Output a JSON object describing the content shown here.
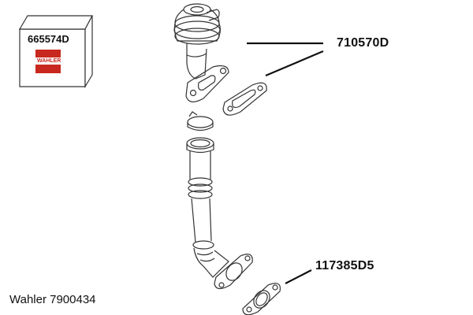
{
  "package_box": {
    "code": "665574D",
    "logo_text": "WAHLER",
    "logo_color": "#c8281e"
  },
  "callouts": [
    {
      "label": "710570D",
      "refers_to": "egr-valve-and-gasket"
    },
    {
      "label": "117385D5",
      "refers_to": "pipe-flange-gasket"
    }
  ],
  "footer": {
    "label": "Wahler 7900434"
  },
  "parts": [
    {
      "name": "egr-valve"
    },
    {
      "name": "valve-gasket"
    },
    {
      "name": "pipe-clamp"
    },
    {
      "name": "egr-pipe"
    },
    {
      "name": "flange-gasket"
    }
  ]
}
